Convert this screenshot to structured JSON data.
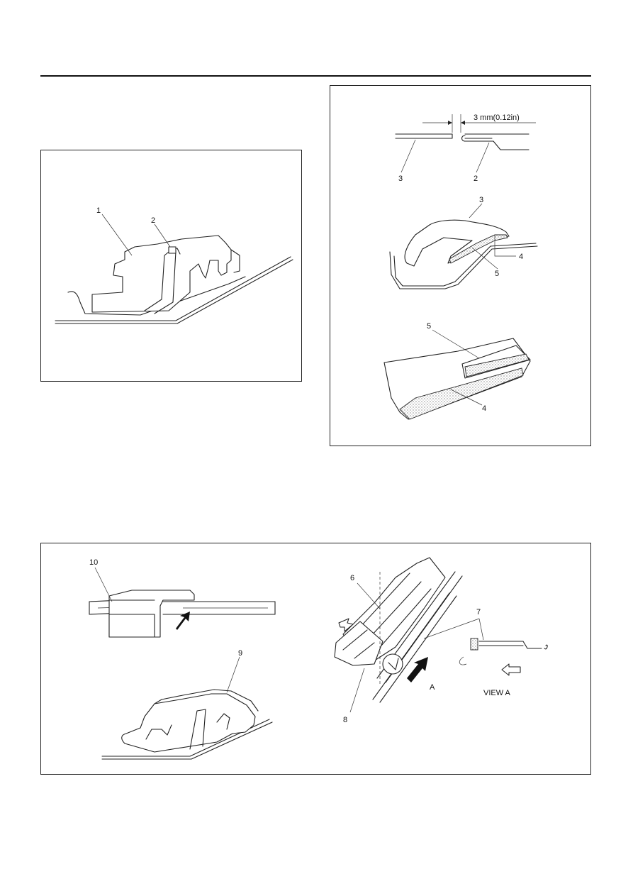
{
  "figure1": {
    "callouts": [
      "1",
      "2"
    ]
  },
  "figure2": {
    "dimension": "3 mm(0.12in)",
    "callouts_top": [
      "3",
      "2"
    ],
    "callouts_mid": [
      "3",
      "4",
      "5"
    ],
    "callouts_bottom": [
      "5",
      "4"
    ]
  },
  "figure3": {
    "callouts_left": [
      "10",
      "9"
    ],
    "callouts_right": [
      "6",
      "7",
      "8"
    ],
    "arrow_label": "A",
    "view_label": "VIEW A"
  }
}
